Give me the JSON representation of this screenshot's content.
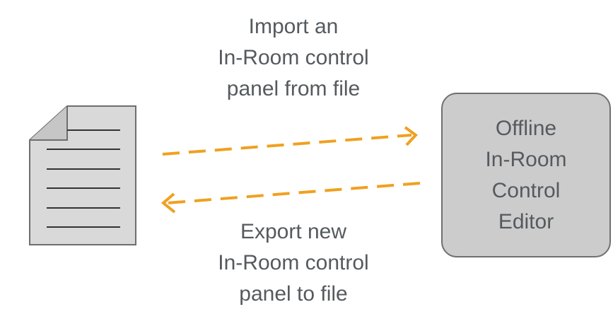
{
  "import_caption": {
    "lines": [
      "Import an",
      "In-Room control",
      "panel from file"
    ]
  },
  "export_caption": {
    "lines": [
      "Export new",
      "In-Room control",
      "panel to file"
    ]
  },
  "editor_box": {
    "lines": [
      "Offline",
      "In-Room",
      "Control",
      "Editor"
    ]
  },
  "colors": {
    "arrow": "#f0a020",
    "text": "#555a5e",
    "box_fill": "#cccccc",
    "box_border": "#707070",
    "doc_fill": "#d9d9d9",
    "doc_border": "#6e6e6e"
  },
  "icons": {
    "document": "document-icon"
  }
}
